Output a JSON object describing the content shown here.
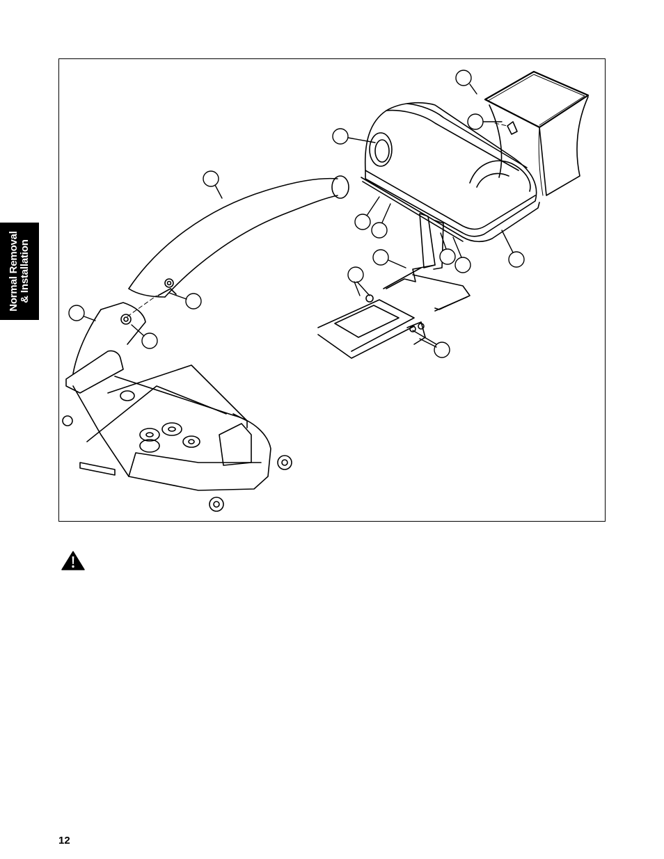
{
  "side_tab": {
    "line1": "Normal Removal",
    "line2": "& Installation"
  },
  "figure": {
    "description": "Exploded view: mower deck with chute, discharge tube, blower housing with hopper/bag, mounting bracket and frame",
    "callouts": [
      {
        "id": "c1",
        "label": ""
      },
      {
        "id": "c2",
        "label": ""
      },
      {
        "id": "c3",
        "label": ""
      },
      {
        "id": "c4",
        "label": ""
      },
      {
        "id": "c5",
        "label": ""
      },
      {
        "id": "c6",
        "label": ""
      },
      {
        "id": "c7",
        "label": ""
      },
      {
        "id": "c8",
        "label": ""
      },
      {
        "id": "c9",
        "label": ""
      },
      {
        "id": "c10",
        "label": ""
      },
      {
        "id": "c11",
        "label": ""
      },
      {
        "id": "c12",
        "label": ""
      },
      {
        "id": "c13",
        "label": ""
      },
      {
        "id": "c14",
        "label": ""
      },
      {
        "id": "c15",
        "label": ""
      },
      {
        "id": "c16",
        "label": ""
      }
    ]
  },
  "warning": {
    "icon": "warning-triangle-icon",
    "text": ""
  },
  "footer": {
    "page_number": "12"
  }
}
